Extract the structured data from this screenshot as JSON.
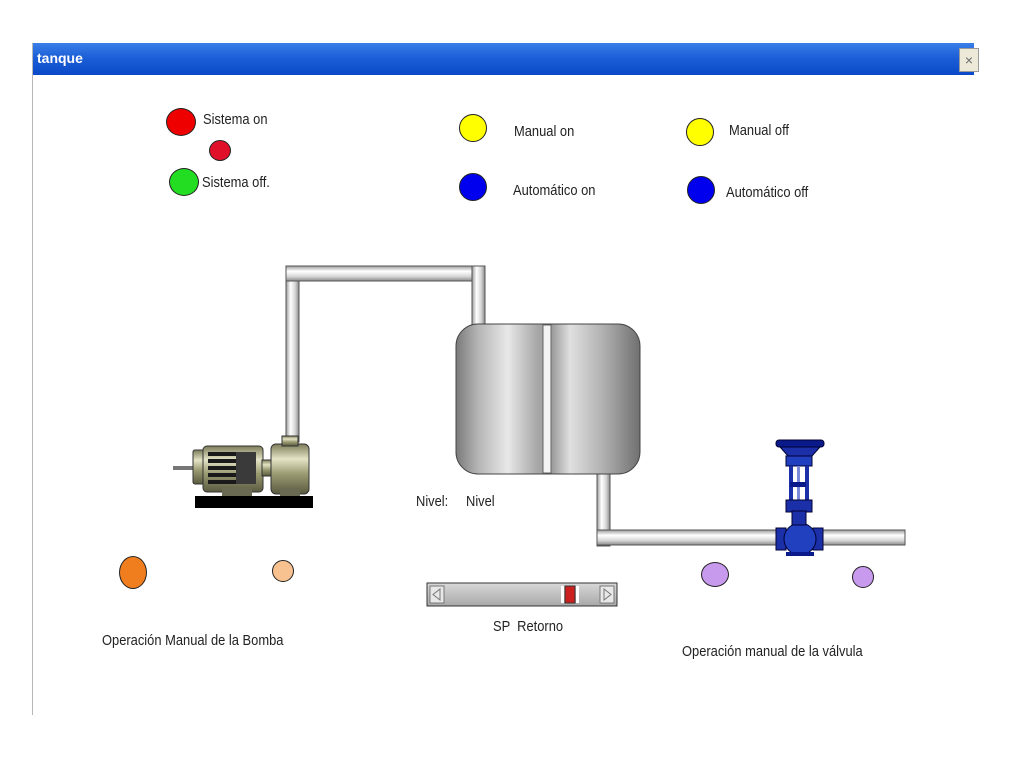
{
  "window": {
    "title": "tanque",
    "close_glyph": "×"
  },
  "indicators": {
    "sistema_on": {
      "label": "Sistema on",
      "color": "#ee0000"
    },
    "sistema_small": {
      "color": "#e0102a"
    },
    "sistema_off": {
      "label": "Sistema off.",
      "color": "#22dd22"
    },
    "manual_on": {
      "label": "Manual on",
      "color": "#ffff00"
    },
    "manual_off": {
      "label": "Manual off",
      "color": "#ffff00"
    },
    "auto_on": {
      "label": "Automático on",
      "color": "#0000ee"
    },
    "auto_off": {
      "label": "Automático off",
      "color": "#0000ee"
    }
  },
  "tank": {
    "level_label": "Nivel:",
    "level_value": "Nivel"
  },
  "slider": {
    "label": "SP  Retorno",
    "value_fraction": 0.83
  },
  "pump_controls": {
    "label": "Operación Manual de la Bomba",
    "button_large_color": "#f07e1e",
    "button_small_color": "#f8c190"
  },
  "valve_controls": {
    "label": "Operación manual de la válvula",
    "button_left_color": "#c79aee",
    "button_right_color": "#c79aee"
  }
}
